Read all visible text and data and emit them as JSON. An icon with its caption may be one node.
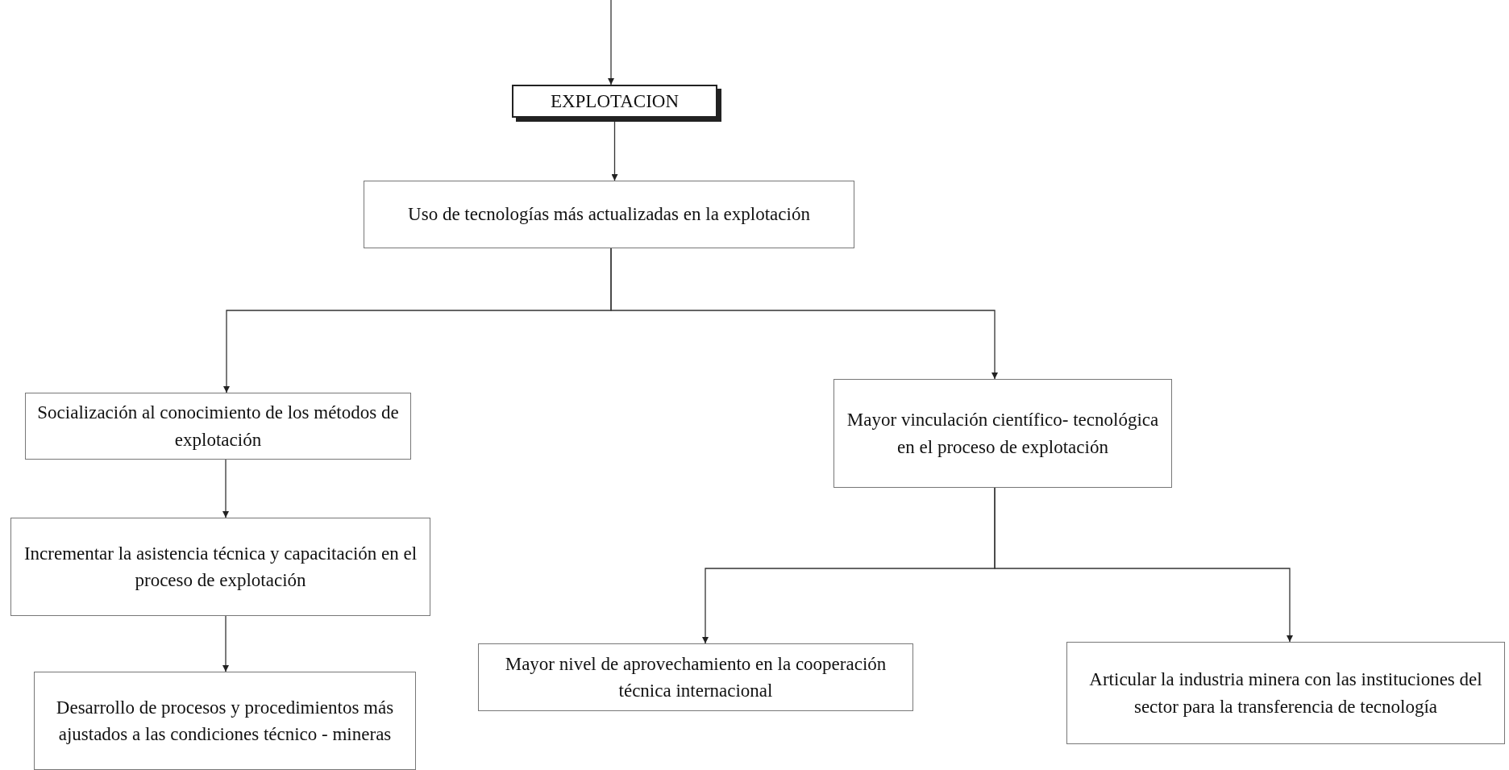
{
  "diagram": {
    "nodes": [
      {
        "text": [
          "EXPLOTACION"
        ]
      },
      {
        "text": [
          "Uso de tecnologías más actualizadas en la explotación"
        ]
      },
      {
        "text": [
          "Socialización al conocimiento de los métodos de explotación"
        ]
      },
      {
        "text": [
          "Mayor vinculación científico- tecnológica en el proceso de explotación"
        ]
      },
      {
        "text": [
          "Incrementar la asistencia técnica y capacitación en el proceso de explotación"
        ]
      },
      {
        "text": [
          "Desarrollo de procesos y procedimientos más ajustados a las condiciones técnico - mineras"
        ]
      },
      {
        "text": [
          "Mayor nivel de aprovechamiento en la cooperación técnica internacional"
        ]
      },
      {
        "text": [
          "Articular la industria minera con las instituciones del sector para la transferencia de tecnología"
        ]
      }
    ],
    "edges": [
      {
        "from": null,
        "to": 0,
        "arrow": "to"
      },
      {
        "from": 0,
        "to": 1,
        "arrow": "to"
      },
      {
        "from": 1,
        "to": 2,
        "arrow": "to"
      },
      {
        "from": 1,
        "to": 3,
        "arrow": "to"
      },
      {
        "from": 2,
        "to": 4,
        "arrow": "to"
      },
      {
        "from": 4,
        "to": 5,
        "arrow": "to"
      },
      {
        "from": 3,
        "to": 6,
        "arrow": "to"
      },
      {
        "from": 3,
        "to": 7,
        "arrow": "to"
      }
    ]
  }
}
